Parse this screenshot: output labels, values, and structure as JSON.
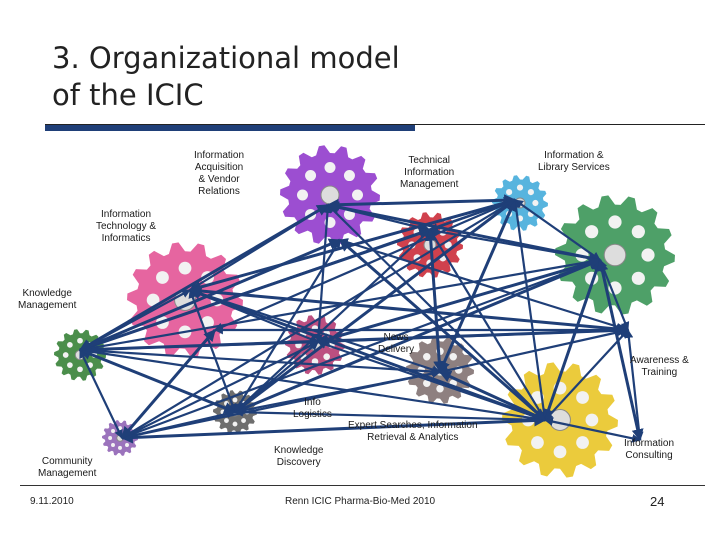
{
  "slide": {
    "title_line1": "3. Organizational model",
    "title_line2": "of the ICIC"
  },
  "units": {
    "info_acquisition": "Information\nAcquisition\n& Vendor\nRelations",
    "technical_info": "Technical\nInformation\nManagement",
    "library_services": "Information &\nLibrary Services",
    "it_informatics": "Information\nTechnology &\nInformatics",
    "knowledge_mgmt": "Knowledge\nManagement",
    "news_delivery": "News\nDelivery",
    "awareness_training": "Awareness &\nTraining",
    "info_logistics": "Info\nLogistics",
    "expert_searches": "Expert Searches, Information\nRetrieval & Analytics",
    "community_mgmt": "Community\nManagement",
    "knowledge_discovery": "Knowledge\nDiscovery",
    "info_consulting": "Information\nConsulting"
  },
  "gear_colors": {
    "acquisition": "#8b2fc9",
    "technical": "#c8202e",
    "library": "#3aa7d8",
    "library_big": "#2f8f4e",
    "it": "#e24a8f",
    "knowledge_mgmt": "#2b7a2b",
    "news": "#b0306a",
    "logistics": "#7a6a6a",
    "expert": "#e8c21a",
    "community": "#8a5ab0",
    "discovery": "#555555",
    "arrow": "#1f3f78"
  },
  "footer": {
    "date": "9.11.2010",
    "center": "Renn ICIC Pharma-Bio-Med 2010",
    "page": "24"
  }
}
